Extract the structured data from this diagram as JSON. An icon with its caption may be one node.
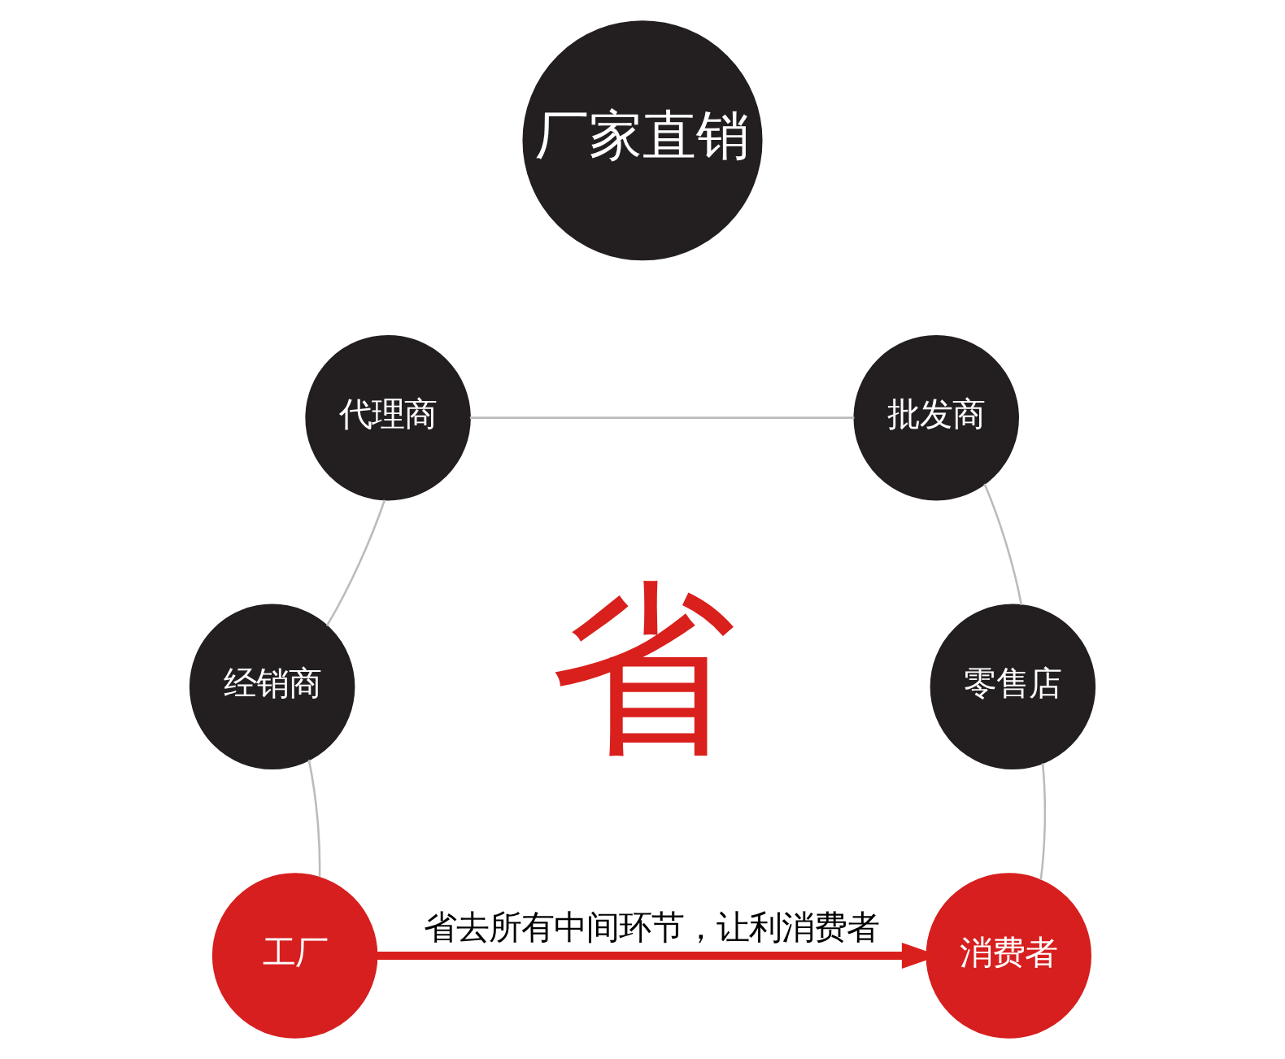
{
  "diagram": {
    "nodes": [
      {
        "text": [
          "厂家直销"
        ]
      },
      {
        "text": [
          "代理商"
        ]
      },
      {
        "text": [
          "批发商"
        ]
      },
      {
        "text": [
          "经销商"
        ]
      },
      {
        "text": [
          "零售店"
        ]
      },
      {
        "text": [
          "工厂"
        ]
      },
      {
        "text": [
          "消费者"
        ]
      }
    ],
    "edges": [
      {
        "from": 5,
        "to": 3,
        "arrow": "none"
      },
      {
        "from": 3,
        "to": 1,
        "arrow": "none"
      },
      {
        "from": 1,
        "to": 2,
        "arrow": "none"
      },
      {
        "from": 2,
        "to": 4,
        "arrow": "none"
      },
      {
        "from": 4,
        "to": 6,
        "arrow": "none"
      },
      {
        "from": 5,
        "to": 6,
        "arrow": "to",
        "label": "省去所有中间环节，让利消费者",
        "style": "thick",
        "color": "#d9201c"
      }
    ],
    "labels": [
      "省"
    ]
  }
}
